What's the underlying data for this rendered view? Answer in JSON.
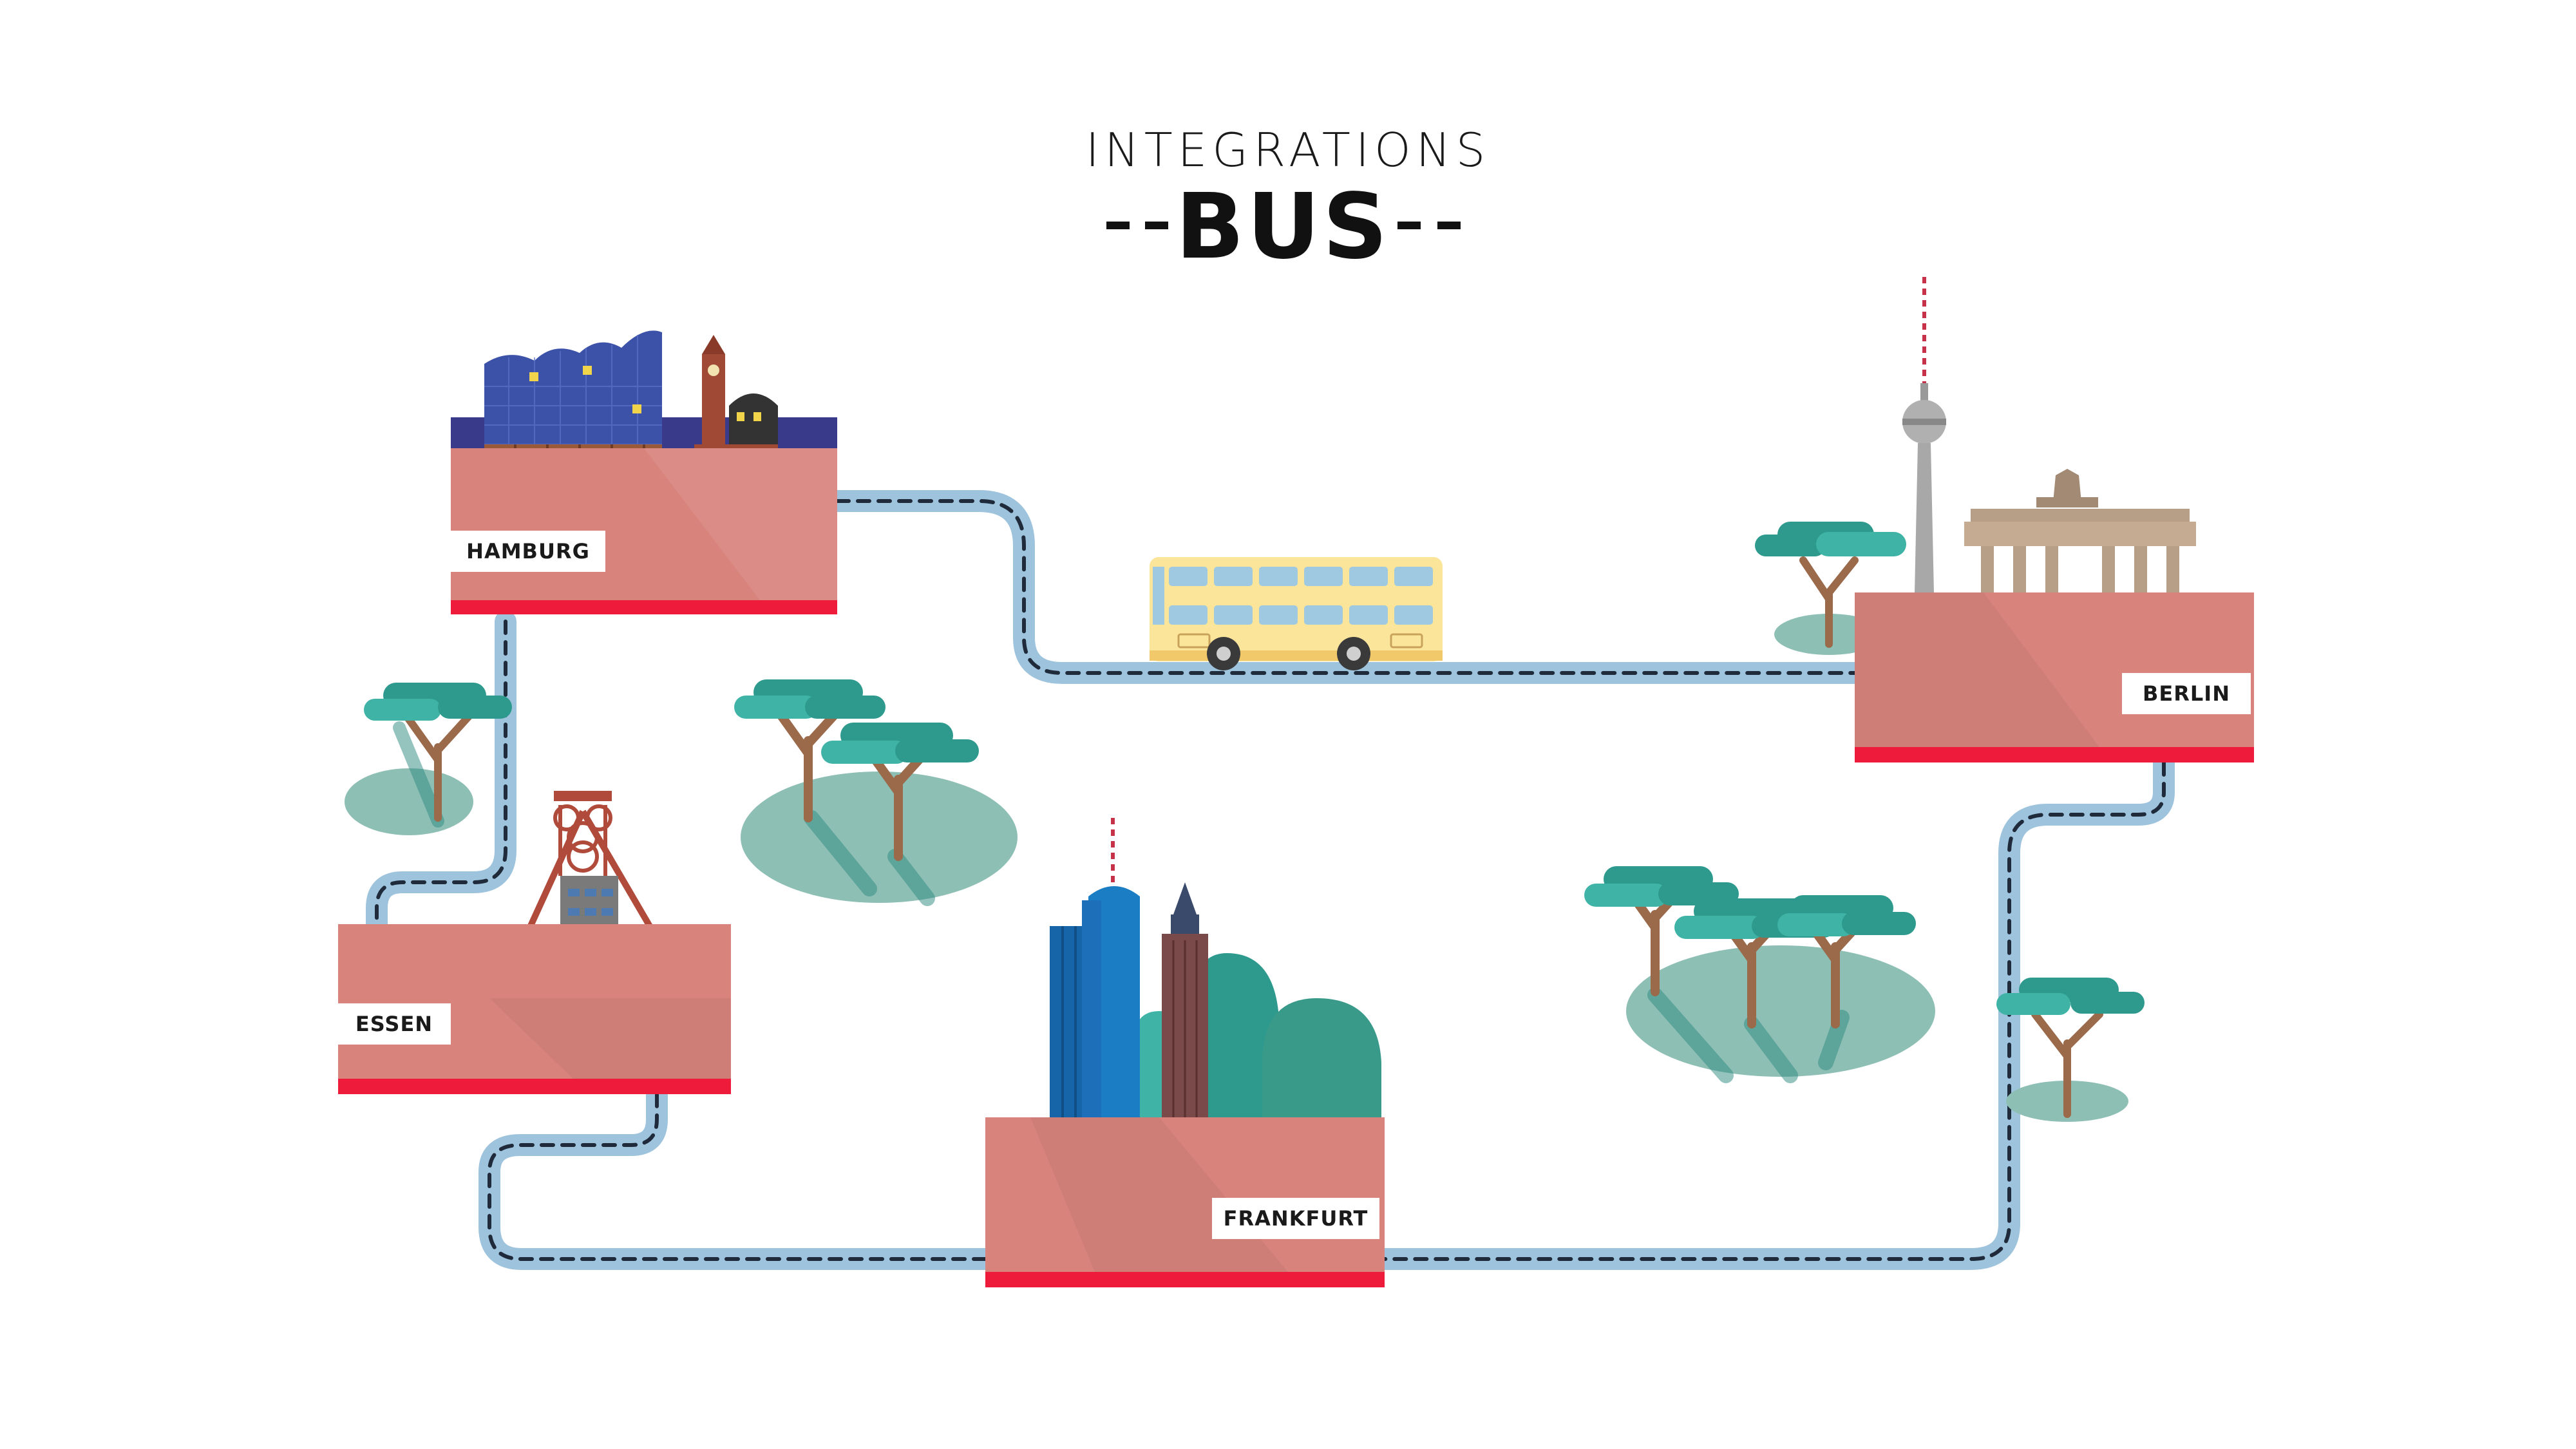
{
  "title": {
    "line1": "INTEGRATIONS",
    "line2": "BUS"
  },
  "cities": {
    "hamburg": "HAMBURG",
    "berlin": "BERLIN",
    "essen": "ESSEN",
    "frankfurt": "FRANKFURT"
  },
  "colors": {
    "platform": "#d8837c",
    "platform_stripe": "#ef1b3a",
    "road": "#9ec3dd",
    "road_dash": "#1f2a3a",
    "tree_top": "#2e9a8e",
    "tree_trunk": "#9a6a4a",
    "ground_shadow": "#8ebfb5",
    "bus_body": "#fbe59a"
  }
}
